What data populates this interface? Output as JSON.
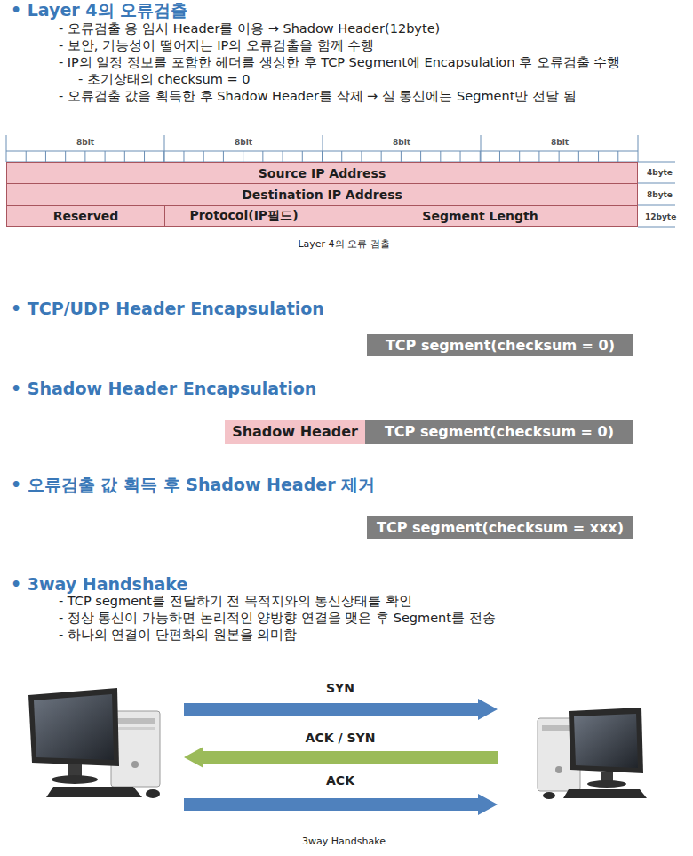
{
  "diagram": {
    "nodes": [
      {
        "text": [
          "Source IP Address"
        ]
      },
      {
        "text": [
          "Destination IP Address"
        ]
      },
      {
        "text": [
          "Reserved"
        ]
      },
      {
        "text": [
          "Protocol(IP필드)"
        ]
      },
      {
        "text": [
          "Segment Length"
        ]
      },
      {
        "text": [
          "TCP segment(checksum = 0)"
        ]
      },
      {
        "text": [
          "Shadow Header"
        ]
      },
      {
        "text": [
          "TCP segment(checksum = 0)"
        ]
      },
      {
        "text": [
          "TCP segment(checksum = xxx)"
        ]
      }
    ],
    "labels": [
      "• Layer 4의 오류검출",
      "- 오류검출 용 임시 Header를 이용 → Shadow Header(12byte)",
      "- 보안, 기능성이 떨어지는 IP의 오류검출을 함께 수행",
      "- IP의 일정 정보를 포함한 헤더를 생성한 후 TCP Segment에 Encapsulation 후 오류검출 수행",
      "- 초기상태의 checksum = 0",
      "- 오류검출 값을 획득한 후 Shadow Header를 삭제 → 실 통신에는 Segment만 전달 됨",
      "8bit",
      "8bit",
      "8bit",
      "8bit",
      "4byte",
      "8byte",
      "12byte",
      "Layer 4의 오류 검출",
      "• TCP/UDP Header Encapsulation",
      "• Shadow Header Encapsulation",
      "• 오류검출 값 획득 후 Shadow Header 제거",
      "• 3way Handshake",
      "- TCP segment를 전달하기 전 목적지와의 통신상태를 확인",
      "- 정상 통신이 가능하면 논리적인 양방향 연결을 맺은 후 Segment를 전송",
      "- 하나의 연결이 단편화의 원본을 의미함",
      "SYN",
      "ACK / SYN",
      "ACK",
      "3way Handshake"
    ]
  }
}
